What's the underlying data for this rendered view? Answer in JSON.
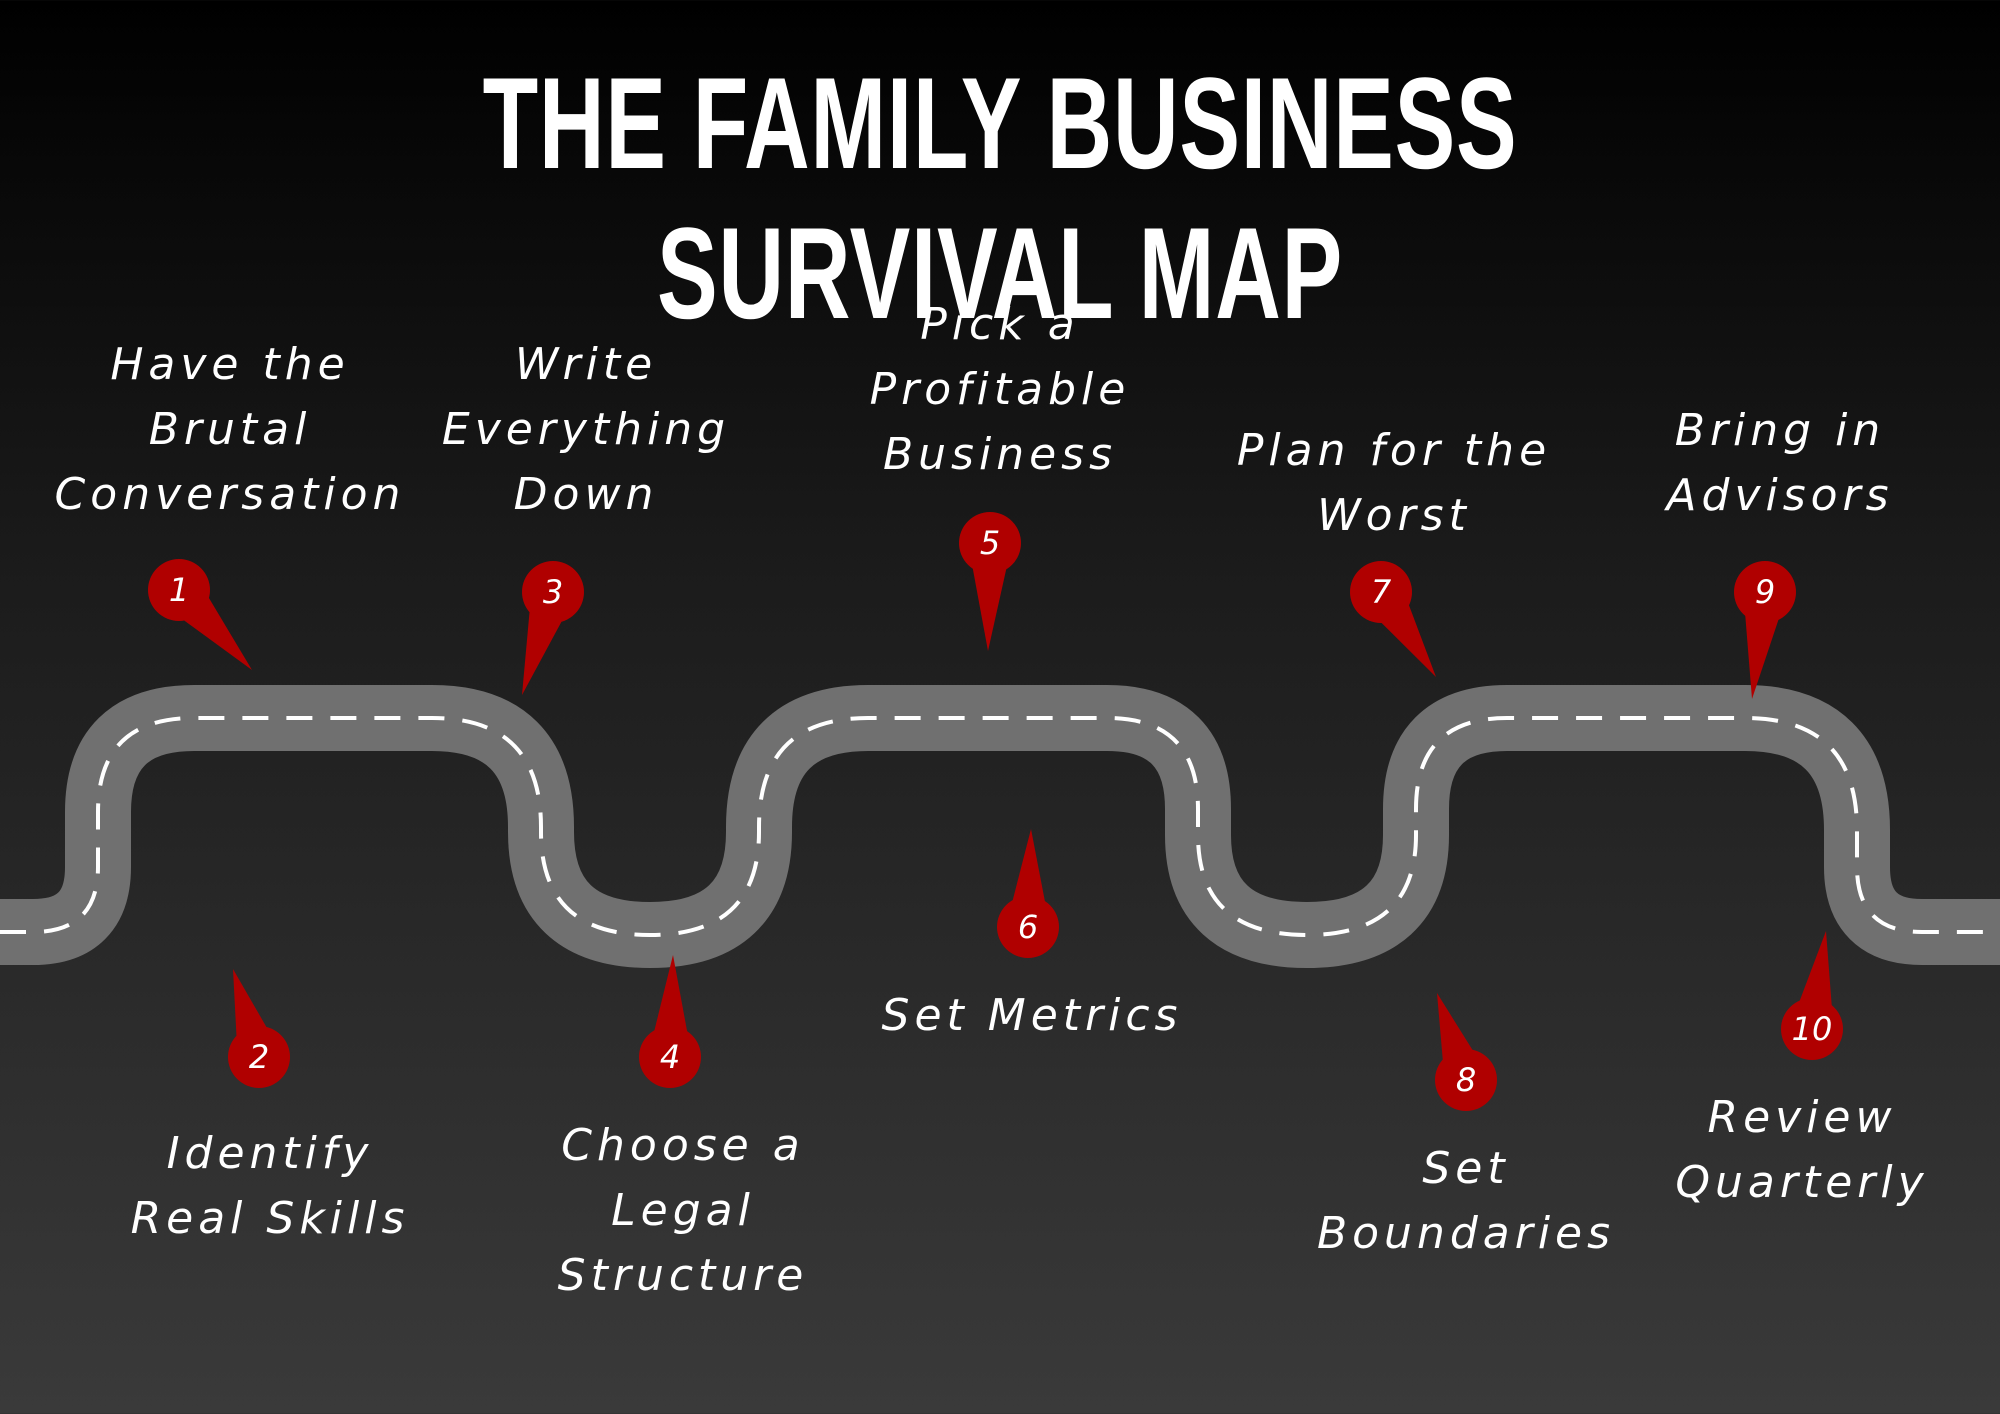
{
  "title": "THE FAMILY BUSINESS SURVIVAL MAP",
  "colors": {
    "road": "#707070",
    "dash": "#ffffff",
    "pin": "#b00000",
    "text": "#ffffff"
  },
  "steps": [
    {
      "number": "1",
      "label": "Have the\nBrutal\nConversation"
    },
    {
      "number": "2",
      "label": "Identify\nReal Skills"
    },
    {
      "number": "3",
      "label": "Write\nEverything\nDown"
    },
    {
      "number": "4",
      "label": "Choose a\nLegal\nStructure"
    },
    {
      "number": "5",
      "label": "Pick a\nProfitable\nBusiness"
    },
    {
      "number": "6",
      "label": "Set Metrics"
    },
    {
      "number": "7",
      "label": "Plan for the\nWorst"
    },
    {
      "number": "8",
      "label": "Set\nBoundaries"
    },
    {
      "number": "9",
      "label": "Bring in\nAdvisors"
    },
    {
      "number": "10",
      "label": "Review\nQuarterly"
    }
  ]
}
